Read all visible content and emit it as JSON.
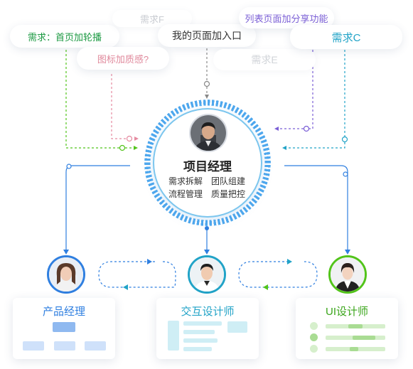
{
  "requirements": {
    "home_carousel": "需求：首页加轮播",
    "req_f": "需求F",
    "my_page_entry": "我的页面加入口",
    "list_share": "列表页面加分享功能",
    "icon_quality": "图标加质感?",
    "req_e": "需求E",
    "req_c": "需求C"
  },
  "hub": {
    "title": "项目经理",
    "skills": [
      "需求拆解",
      "团队组建",
      "流程管理",
      "质量把控"
    ]
  },
  "roles": {
    "product": {
      "title": "产品经理"
    },
    "interaction": {
      "title": "交互设计师"
    },
    "ui": {
      "title": "UI设计师"
    }
  },
  "colors": {
    "blue": "#2f7fe0",
    "green": "#52c41a",
    "teal": "#21a3c7",
    "purple": "#7b5fd6",
    "pink": "#e58aa0",
    "gray": "#888888"
  }
}
